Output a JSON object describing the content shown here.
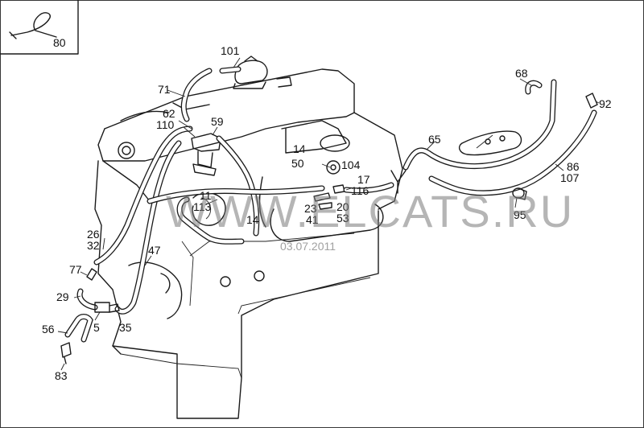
{
  "inset": {
    "label": "80"
  },
  "watermark": {
    "text": "WWW.ELCATS.RU",
    "date": "03.07.2011"
  },
  "callouts": [
    "101",
    "71",
    "62",
    "110",
    "59",
    "14",
    "50",
    "104",
    "17",
    "116",
    "11",
    "113",
    "14",
    "23",
    "20",
    "41",
    "53",
    "26",
    "32",
    "47",
    "77",
    "29",
    "5",
    "35",
    "56",
    "83",
    "68",
    "92",
    "65",
    "86",
    "107",
    "95"
  ]
}
